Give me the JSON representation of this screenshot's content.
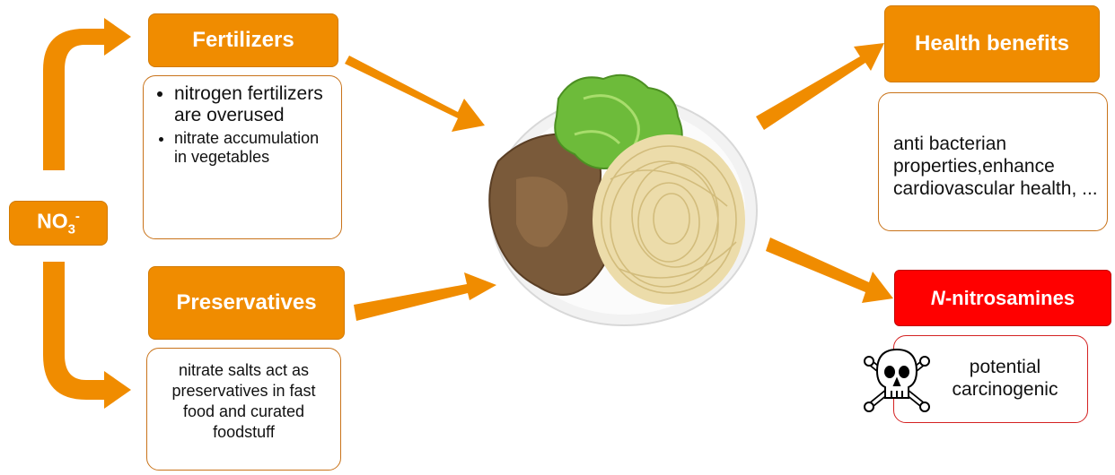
{
  "source": {
    "label_main": "NO",
    "label_sub": "3",
    "label_sup": "-"
  },
  "fertilizers": {
    "title": "Fertilizers",
    "bullets": [
      "nitrogen fertilizers are overused",
      "nitrate accumulation in vegetables"
    ]
  },
  "preservatives": {
    "title": "Preservatives",
    "text": "nitrate salts act as preservatives in fast food and curated foodstuff"
  },
  "health": {
    "title": "Health benefits",
    "text": "anti bacterian properties,enhance cardiovascular health, ..."
  },
  "nitrosamines": {
    "title_italic": "N",
    "title_rest": "-nitrosamines",
    "text": "potential carcinogenic"
  },
  "colors": {
    "arrow": "#f08c00",
    "box": "#f08c00",
    "danger": "#ff0000"
  },
  "icons": {
    "food": "food-plate-icon",
    "danger": "skull-crossbones-icon"
  }
}
